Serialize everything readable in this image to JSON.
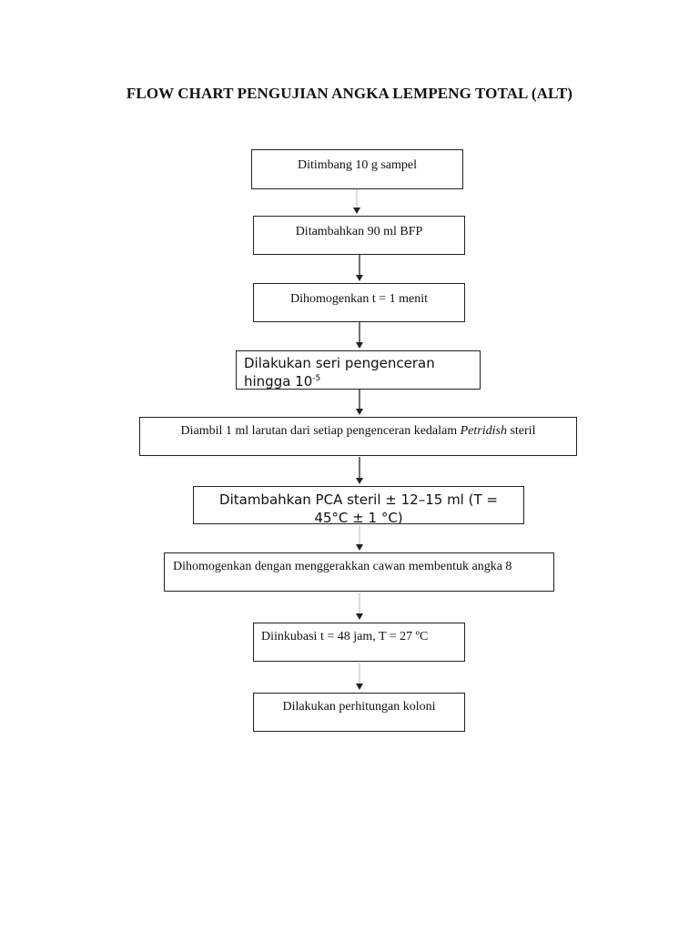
{
  "title": "FLOW CHART PENGUJIAN ANGKA LEMPENG TOTAL (ALT)",
  "steps": {
    "s1": "Ditimbang 10 g sampel",
    "s2": "Ditambahkan 90 ml BFP",
    "s3": "Dihomogenkan t = 1 menit",
    "s4": {
      "text": "Dilakukan seri pengenceran hingga 10",
      "sup": "-5"
    },
    "s5": {
      "text": "Diambil 1 ml larutan dari setiap pengenceran kedalam ",
      "italic": "Petridish",
      "tail": " steril"
    },
    "s6": "Ditambahkan PCA steril ± 12–15 ml (T = 45°C ± 1 °C)",
    "s7": "Dihomogenkan dengan menggerakkan cawan membentuk angka 8",
    "s8": "Diinkubasi t = 48 jam, T = 27 ºC",
    "s9": "Dilakukan perhitungan koloni"
  },
  "colors": {
    "line": "#222222",
    "faint": "#bbbbbb"
  }
}
